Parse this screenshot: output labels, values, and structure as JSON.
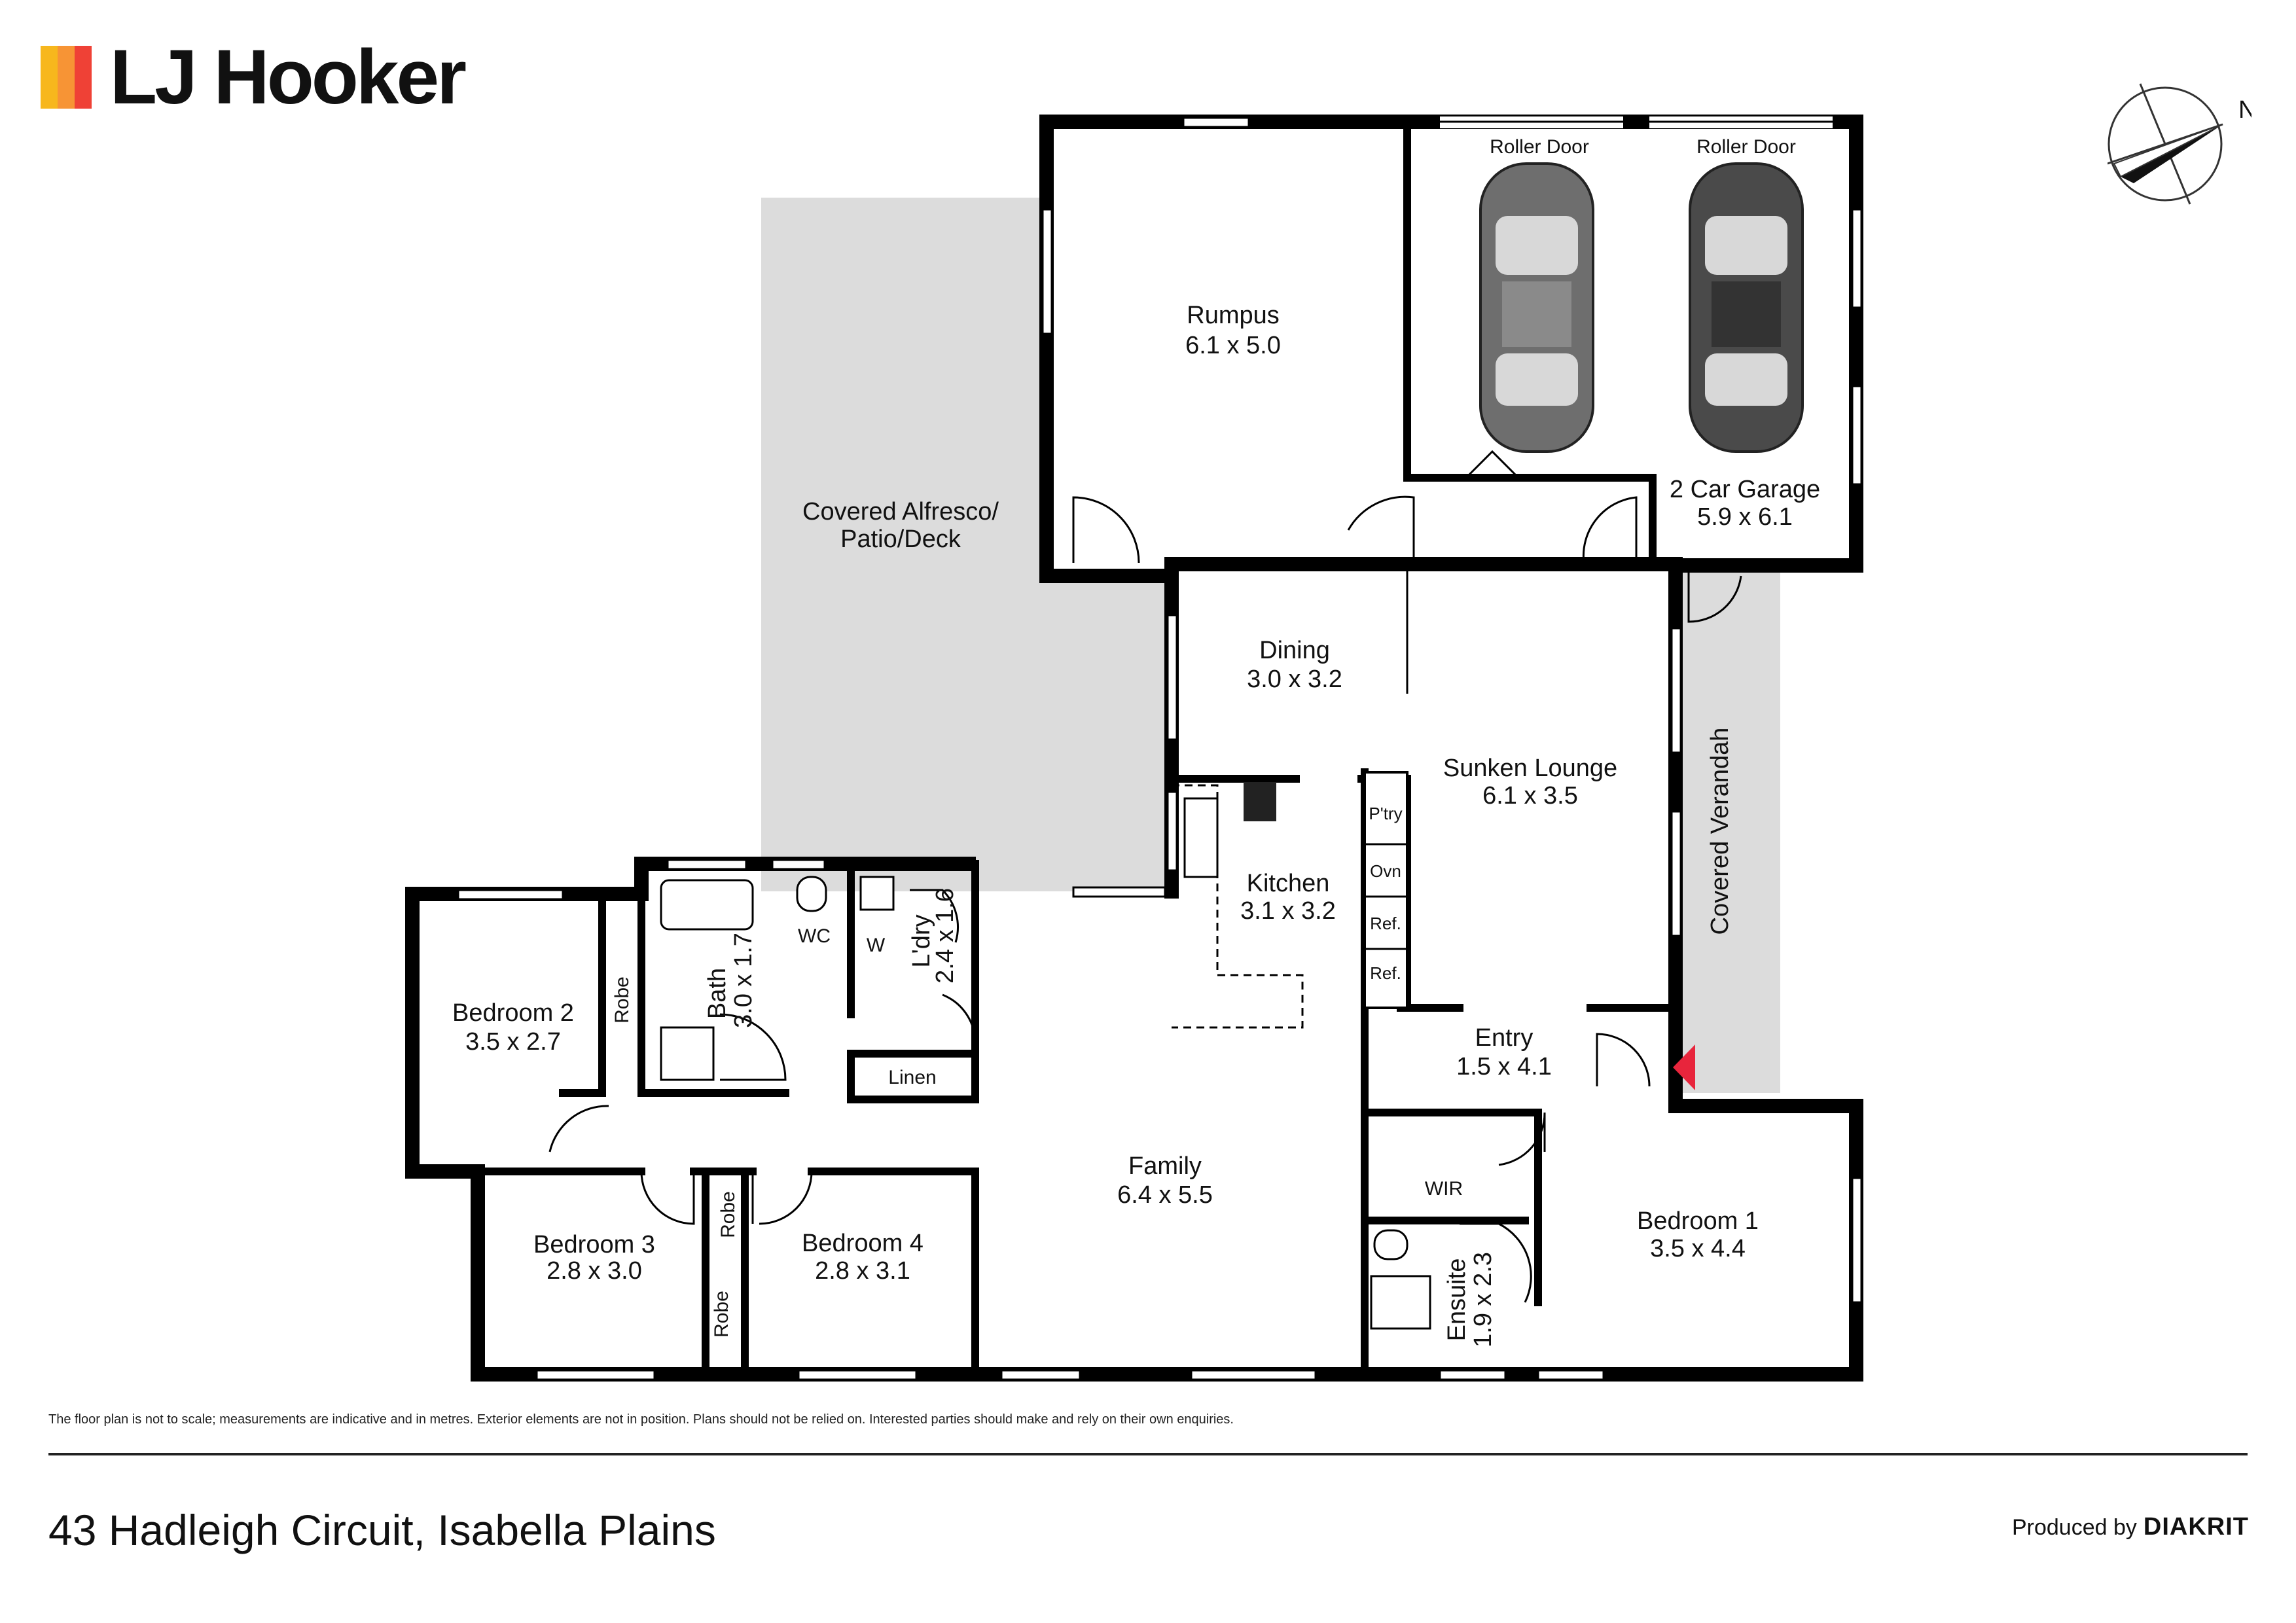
{
  "brand": {
    "name": "LJ Hooker",
    "bar_colors": [
      "#f7b71d",
      "#f79435",
      "#ef4136"
    ]
  },
  "compass": {
    "label": "N"
  },
  "rooms": [
    {
      "id": "rumpus",
      "name": "Rumpus",
      "size": "6.1 x 5.0"
    },
    {
      "id": "garage",
      "name": "2 Car Garage",
      "size": "5.9 x 6.1"
    },
    {
      "id": "alfresco",
      "name": "Covered Alfresco/",
      "name2": "Patio/Deck"
    },
    {
      "id": "dining",
      "name": "Dining",
      "size": "3.0 x 3.2"
    },
    {
      "id": "lounge",
      "name": "Sunken Lounge",
      "size": "6.1 x 3.5"
    },
    {
      "id": "kitchen",
      "name": "Kitchen",
      "size": "3.1 x 3.2"
    },
    {
      "id": "verandah",
      "name": "Covered Verandah"
    },
    {
      "id": "entry",
      "name": "Entry",
      "size": "1.5 x 4.1"
    },
    {
      "id": "bedroom2",
      "name": "Bedroom 2",
      "size": "3.5 x 2.7"
    },
    {
      "id": "bath",
      "name": "Bath",
      "size": "3.0 x 1.7"
    },
    {
      "id": "laundry",
      "name": "L'dry",
      "size": "2.4 x 1.6"
    },
    {
      "id": "family",
      "name": "Family",
      "size": "6.4 x 5.5"
    },
    {
      "id": "bedroom3",
      "name": "Bedroom 3",
      "size": "2.8 x 3.0"
    },
    {
      "id": "bedroom4",
      "name": "Bedroom 4",
      "size": "2.8 x 3.1"
    },
    {
      "id": "bedroom1",
      "name": "Bedroom 1",
      "size": "3.5 x 4.4"
    },
    {
      "id": "ensuite",
      "name": "Ensuite",
      "size": "1.9 x 2.3"
    }
  ],
  "fixtures": {
    "roller_door": "Roller Door",
    "robe": "Robe",
    "wc": "WC",
    "washer": "W",
    "linen": "Linen",
    "wir": "WIR",
    "pantry": "P'try",
    "oven": "Ovn",
    "fridge": "Ref."
  },
  "footer": {
    "disclaimer": "The floor plan is not to scale; measurements are indicative and in metres. Exterior elements are not in position. Plans should not be relied on. Interested parties should make and rely on their own enquiries.",
    "address": "43 Hadleigh Circuit, Isabella Plains",
    "produced_by": "Produced by",
    "producer": "DIAKRIT"
  },
  "colors": {
    "wall": "#000000",
    "outdoor_fill": "#dcdcdc",
    "entry_marker": "#e8253c",
    "car_body": "#6e6e6e",
    "car_body_dark": "#4a4a4a"
  }
}
